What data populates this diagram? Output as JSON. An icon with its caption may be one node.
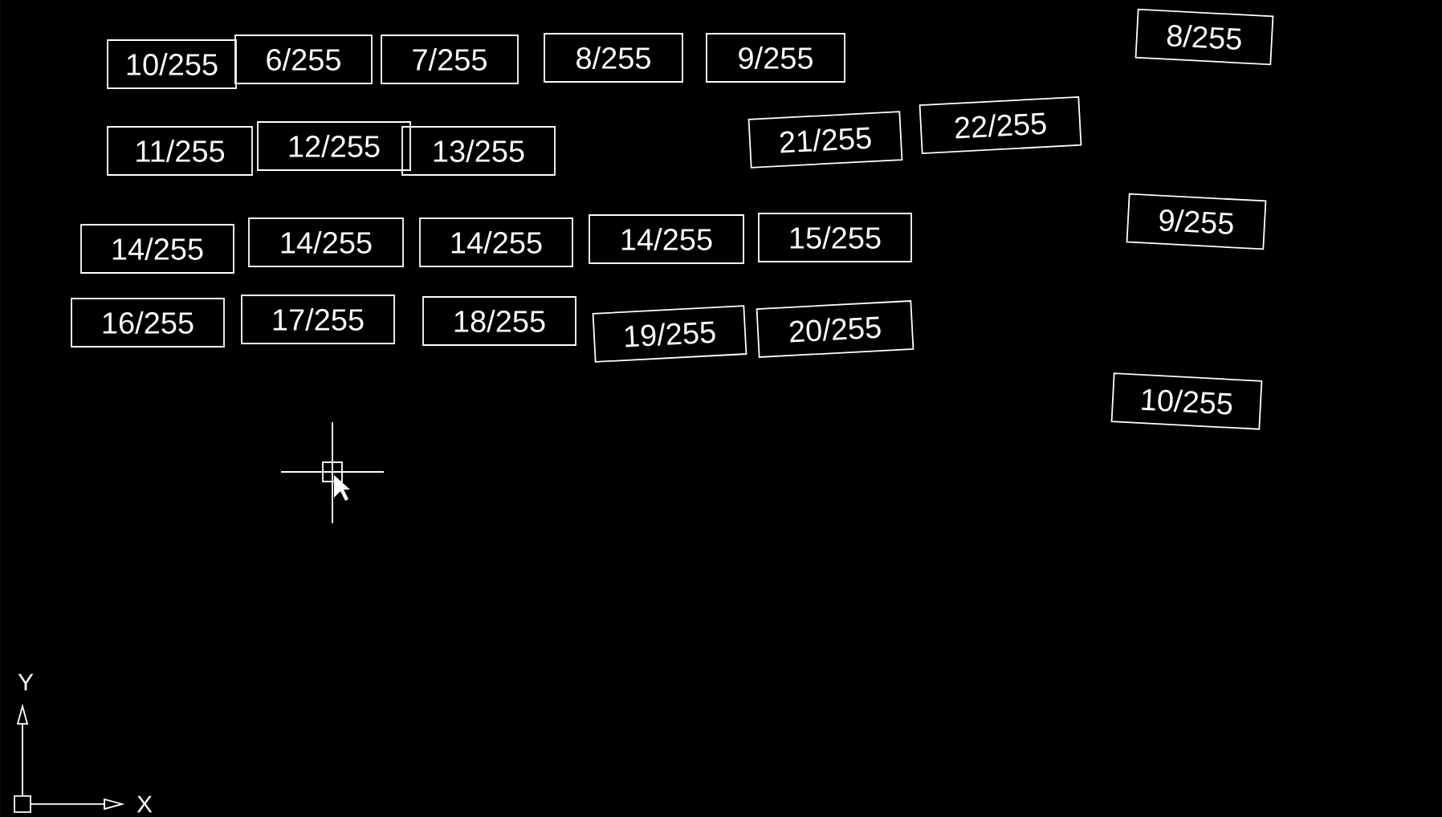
{
  "diagram": {
    "nodes": [
      {
        "text": [
          "10/255"
        ]
      },
      {
        "text": [
          "6/255"
        ]
      },
      {
        "text": [
          "7/255"
        ]
      },
      {
        "text": [
          "8/255"
        ]
      },
      {
        "text": [
          "9/255"
        ]
      },
      {
        "text": [
          "8/255"
        ]
      },
      {
        "text": [
          "11/255"
        ]
      },
      {
        "text": [
          "12/255"
        ]
      },
      {
        "text": [
          "13/255"
        ]
      },
      {
        "text": [
          "21/255"
        ]
      },
      {
        "text": [
          "22/255"
        ]
      },
      {
        "text": [
          "9/255"
        ]
      },
      {
        "text": [
          "14/255"
        ]
      },
      {
        "text": [
          "14/255"
        ]
      },
      {
        "text": [
          "14/255"
        ]
      },
      {
        "text": [
          "14/255"
        ]
      },
      {
        "text": [
          "15/255"
        ]
      },
      {
        "text": [
          "16/255"
        ]
      },
      {
        "text": [
          "17/255"
        ]
      },
      {
        "text": [
          "18/255"
        ]
      },
      {
        "text": [
          "19/255"
        ]
      },
      {
        "text": [
          "20/255"
        ]
      },
      {
        "text": [
          "10/255"
        ]
      }
    ],
    "labels": [
      "Y",
      "X"
    ]
  }
}
